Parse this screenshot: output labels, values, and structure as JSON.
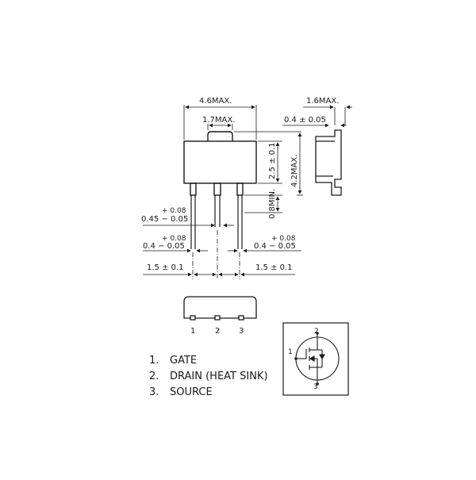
{
  "dimensions": {
    "width_total": "4.6MAX.",
    "tab_width": "1.7MAX.",
    "side_thickness": "1.6MAX.",
    "tab_thickness": "0.4 ± 0.05",
    "body_height": "2.5 ± 0.1",
    "overall_height": "4.2MAX.",
    "lead_length": "0.8MIN.",
    "center_lead_tol_plus": "+ 0.08",
    "center_lead_tol": "0.45 − 0.05",
    "left_lead_tol_plus": "+ 0.08",
    "left_lead_tol": "0.4 − 0.05",
    "right_lead_tol_plus": "+ 0.08",
    "right_lead_tol": "0.4 − 0.05",
    "pitch_left": "1.5 ± 0.1",
    "pitch_right": "1.5 ± 0.1"
  },
  "pin_numbers": [
    "1",
    "2",
    "3"
  ],
  "symbol_pins": {
    "gate": "1",
    "drain": "2",
    "source": "3"
  },
  "legend": [
    {
      "num": "1.",
      "label": "GATE"
    },
    {
      "num": "2.",
      "label": "DRAIN (HEAT SINK)"
    },
    {
      "num": "3.",
      "label": "SOURCE"
    }
  ]
}
